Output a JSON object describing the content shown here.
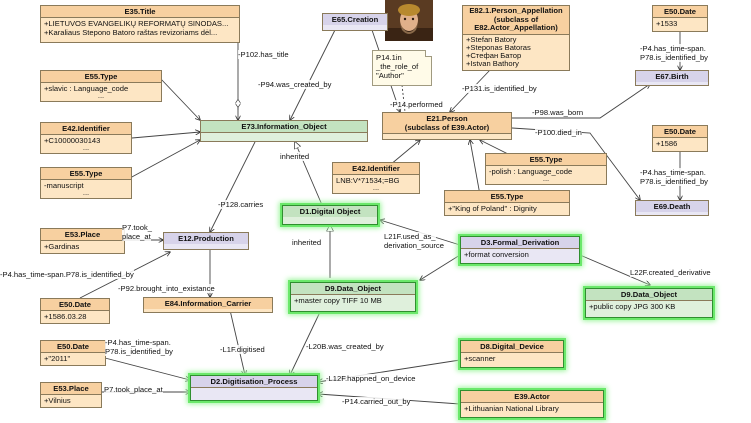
{
  "classes": {
    "e35_title": {
      "header": "E35.Title",
      "rows": [
        "+LIETUVOS EVANGELIKŲ REFORMATŲ SINODAS...",
        "+Karaliaus Stepono Batoro raštas revizoriams dėl..."
      ]
    },
    "e65_creation": {
      "header": "E65.Creation"
    },
    "e82_appellation": {
      "header": "E82.1.Person_Appellation",
      "header2": "(subclass of",
      "header3": "E82.Actor_Appellation)",
      "rows": [
        "+Stefan Batory",
        "+Steponas Batoras",
        "+Стефан Батор",
        "+Istvan Bathory"
      ]
    },
    "e50_date_top": {
      "header": "E50.Date",
      "rows": [
        "+1533"
      ]
    },
    "e55_type_slavic": {
      "header": "E55.Type",
      "rows": [
        "+slavic : Language_code"
      ]
    },
    "e67_birth": {
      "header": "E67.Birth"
    },
    "e42_identifier_left": {
      "header": "E42.Identifier",
      "rows": [
        "+C10000030143"
      ]
    },
    "e73_information_object": {
      "header": "E73.Information_Object"
    },
    "e21_person": {
      "header": "E21.Person",
      "header2": "(subclass of E39.Actor)"
    },
    "e50_date_1586": {
      "header": "E50.Date",
      "rows": [
        "+1586"
      ]
    },
    "e55_type_manuscript": {
      "header": "E55.Type",
      "rows": [
        "-manuscript"
      ]
    },
    "e42_identifier_lnb": {
      "header": "E42.Identifier",
      "rows": [
        "LNB:V*71534;=BG"
      ]
    },
    "e55_type_polish": {
      "header": "E55.Type",
      "rows": [
        "-polish : Language_code"
      ]
    },
    "e55_type_king": {
      "header": "E55.Type",
      "rows": [
        "+\"King of Poland\" : Dignity"
      ]
    },
    "e69_death": {
      "header": "E69.Death"
    },
    "d1_digital_object": {
      "header": "D1.Digital Object"
    },
    "e53_place_gardinas": {
      "header": "E53.Place",
      "rows": [
        "+Gardinas"
      ]
    },
    "e12_production": {
      "header": "E12.Production"
    },
    "d3_formal_derivation": {
      "header": "D3.Formal_Derivation",
      "rows": [
        "+format conversion"
      ]
    },
    "d9_data_object_master": {
      "header": "D9.Data_Object",
      "rows": [
        "+master copy TIFF 10 MB"
      ]
    },
    "d9_data_object_public": {
      "header": "D9.Data_Object",
      "rows": [
        "+public copy JPG 300 KB"
      ]
    },
    "e50_date_158603": {
      "header": "E50.Date",
      "rows": [
        "+1586.03.28"
      ]
    },
    "e84_information_carrier": {
      "header": "E84.Information_Carrier"
    },
    "d8_digital_device": {
      "header": "D8.Digital_Device",
      "rows": [
        "+scanner"
      ]
    },
    "e50_date_2011": {
      "header": "E50.Date",
      "rows": [
        "+\"2011\""
      ]
    },
    "e53_place_vilnius": {
      "header": "E53.Place",
      "rows": [
        "+Vilnius"
      ]
    },
    "d2_digitisation_process": {
      "header": "D2.Digitisation_Process"
    },
    "e39_actor": {
      "header": "E39.Actor",
      "rows": [
        "+Lithuanian National Library"
      ]
    }
  },
  "note": {
    "line1": "P14.1in",
    "line2": "_the_role_of",
    "line3": "\"Author\""
  },
  "dots": "...",
  "labels": {
    "p102": "-P102.has_title",
    "p94": "-P94.was_created_by",
    "p14_performed": "-P14.performed",
    "p131": "-P131.is_identified_by",
    "p98": "-P98.was_born",
    "p4_top_a": "-P4.has_time-span.",
    "p4_top_b": "P78.is_identified_by",
    "p100": "-P100.died_in",
    "inherited_1": "inherited",
    "p4_mid_a": "-P4.has_time-span.",
    "p4_mid_b": "P78.is_identified_by",
    "p128": "-P128.carries",
    "inherited_2": "inherited",
    "l21f_a": "L21F.used_as_",
    "l21f_b": "derivation_source",
    "p7_top_a": "P7.took_",
    "p7_top_b": "place_at",
    "p4_left": "-P4.has_time-span.P78.is_identified_by",
    "p92": "-P92.brought_into_existance",
    "l22f": "L22F.created_derivative",
    "l1f": "-L1F.digitised",
    "l20b": "-L20B.was_created_by",
    "p4_low_a": "-P4.has_time-span.",
    "p4_low_b": "P78.is_identified_by",
    "l12f": "-L12F.happned_on_device",
    "p7_low": "P7.took_place_at",
    "p14_carried": "-P14.carried_out_by"
  },
  "icons": {
    "portrait": "portrait-icon"
  },
  "colors": {
    "class_fill": "#fde6c4",
    "information_fill": "#dff0dc",
    "highlight": "#6be86b"
  }
}
